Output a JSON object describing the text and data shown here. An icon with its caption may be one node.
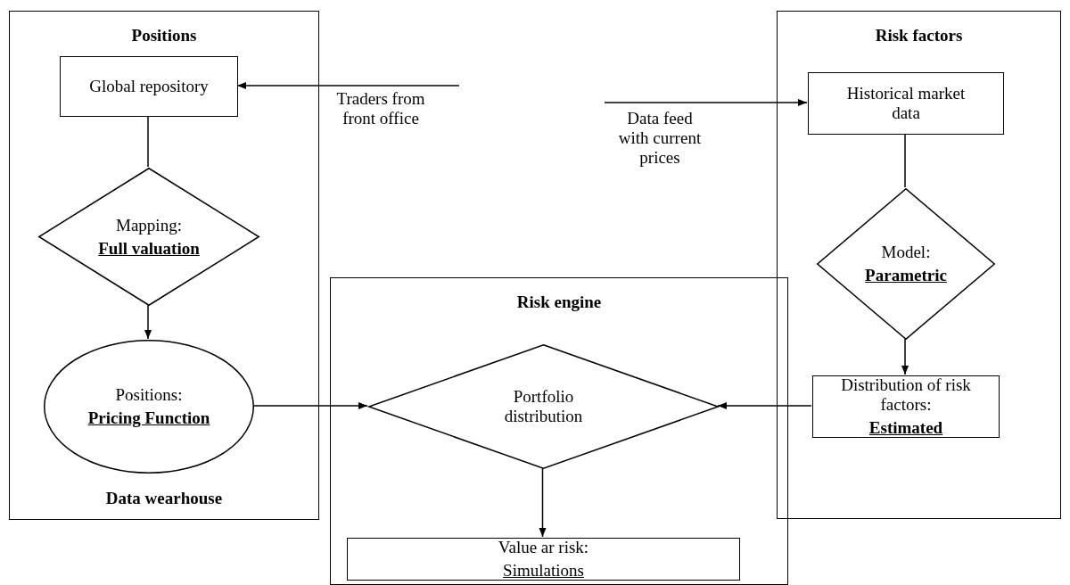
{
  "diagram": {
    "nodes": [
      {
        "text": [
          "Positions",
          "Data wearhouse"
        ]
      },
      {
        "text": [
          "Global  repository"
        ],
        "in": 0
      },
      {
        "text": [
          "Mapping:",
          "Full valuation"
        ],
        "in": 0
      },
      {
        "text": [
          "Positions:",
          "Pricing Function"
        ],
        "in": 0
      },
      {
        "text": [
          "Risk engine"
        ]
      },
      {
        "text": [
          "Portfolio distribution"
        ],
        "in": 4
      },
      {
        "text": [
          "Value ar risk:",
          "Simulations"
        ],
        "in": 4
      },
      {
        "text": [
          "Risk factors"
        ]
      },
      {
        "text": [
          "Historical market data"
        ],
        "in": 7
      },
      {
        "text": [
          "Model:",
          "Parametric"
        ],
        "in": 7
      },
      {
        "text": [
          "Distribution of risk factors:",
          "Estimated"
        ],
        "in": 7
      }
    ],
    "edges": [
      {
        "from": null,
        "to": 1,
        "arrow": "to",
        "label": "Traders from front office"
      },
      {
        "from": null,
        "to": 8,
        "arrow": "to",
        "label": "Data feed with current prices"
      },
      {
        "from": 1,
        "to": 2,
        "arrow": "none"
      },
      {
        "from": 2,
        "to": 3,
        "arrow": "to"
      },
      {
        "from": 3,
        "to": 5,
        "arrow": "to"
      },
      {
        "from": 5,
        "to": 6,
        "arrow": "to"
      },
      {
        "from": 8,
        "to": 9,
        "arrow": "none"
      },
      {
        "from": 9,
        "to": 10,
        "arrow": "to"
      },
      {
        "from": 10,
        "to": 5,
        "arrow": "to"
      }
    ]
  }
}
